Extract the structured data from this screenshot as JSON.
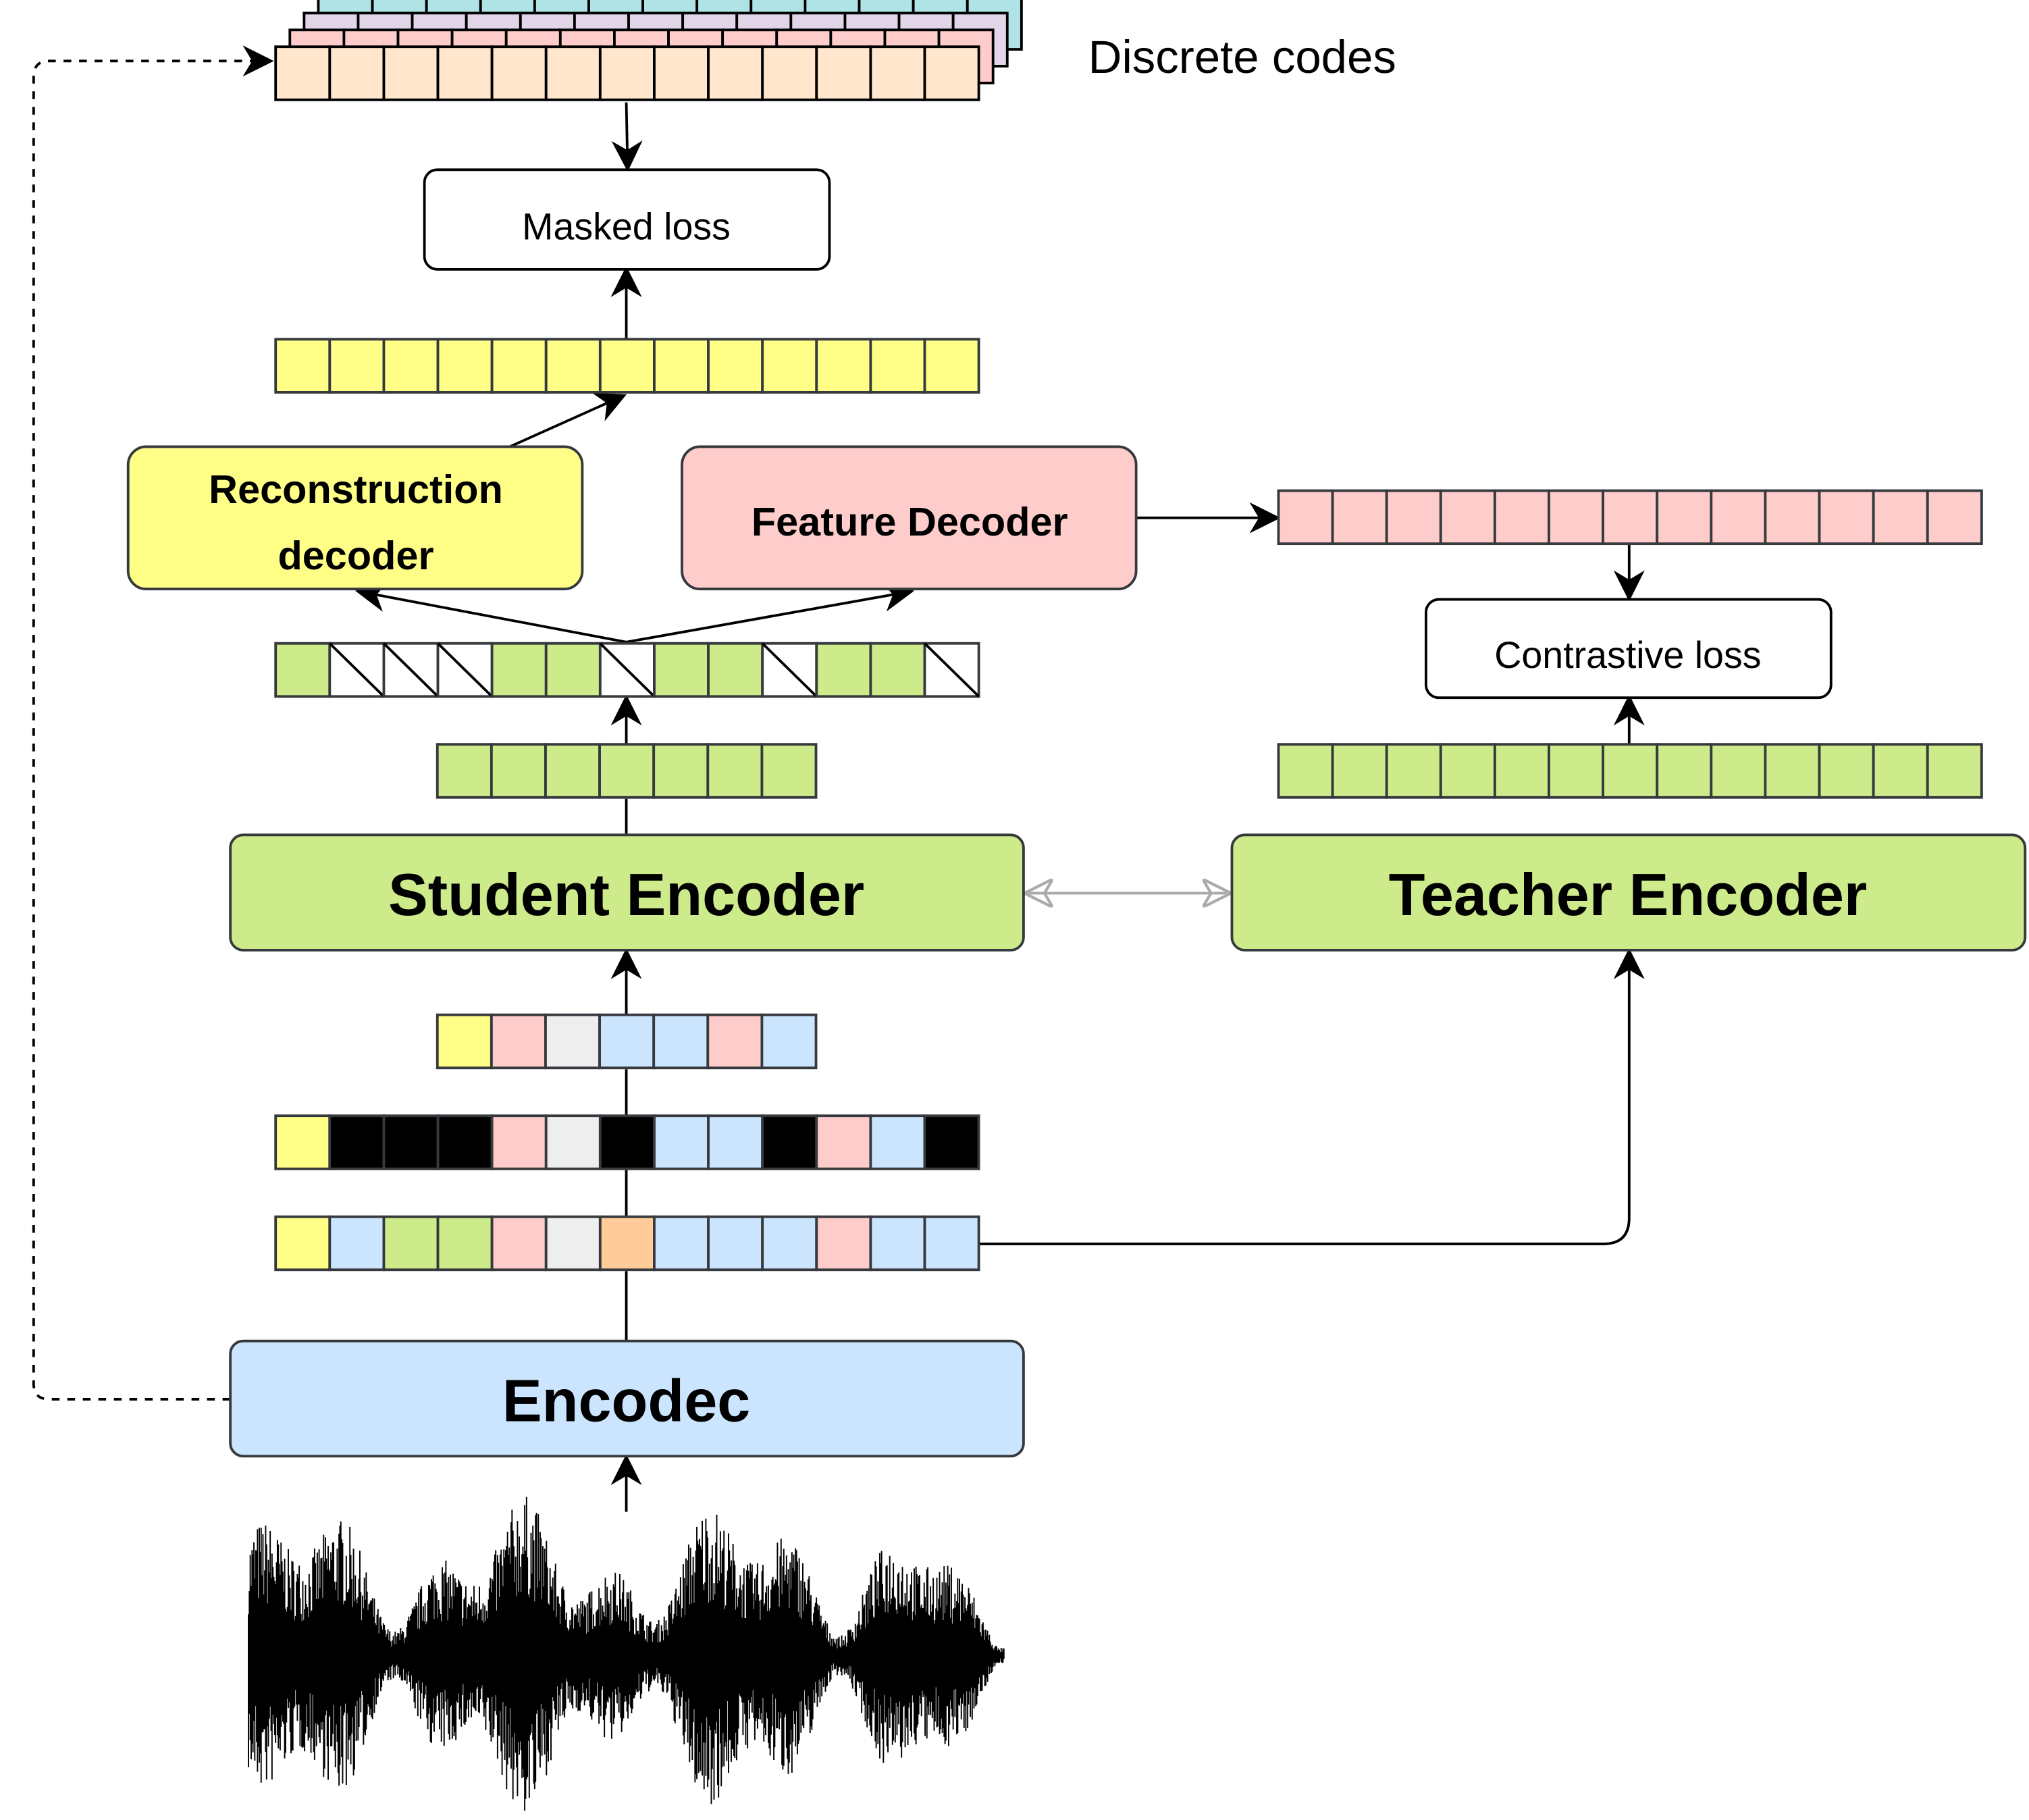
{
  "labels": {
    "discrete_codes": "Discrete codes",
    "masked_loss": "Masked loss",
    "reconstruction_decoder_line1": "Reconstruction",
    "reconstruction_decoder_line2": "decoder",
    "feature_decoder": "Feature Decoder",
    "contrastive_loss": "Contrastive loss",
    "student_encoder": "Student Encoder",
    "teacher_encoder": "Teacher Encoder",
    "encodec": "Encodec"
  },
  "colors": {
    "yellow": "#ffff88",
    "pink": "#ffcccc",
    "green": "#cdeb8b",
    "blue": "#cce5ff",
    "gray": "#eeeeee",
    "orange": "#ffcc99",
    "peach": "#ffe6cc",
    "lavender": "#e1d5e7",
    "teal": "#b0e3e6",
    "black": "#000000",
    "box_stroke": "#36393d"
  },
  "sequences": {
    "discrete_codes_stack": [
      "teal",
      "lavender",
      "pink",
      "peach"
    ],
    "reconstruction_output": [
      "yellow",
      "yellow",
      "yellow",
      "yellow",
      "yellow",
      "yellow",
      "yellow",
      "yellow",
      "yellow",
      "yellow",
      "yellow",
      "yellow",
      "yellow"
    ],
    "feature_output": [
      "pink",
      "pink",
      "pink",
      "pink",
      "pink",
      "pink",
      "pink",
      "pink",
      "pink",
      "pink",
      "pink",
      "pink",
      "pink"
    ],
    "masked_features": [
      "green",
      "masked",
      "masked",
      "masked",
      "green",
      "green",
      "masked",
      "green",
      "green",
      "masked",
      "green",
      "green",
      "masked"
    ],
    "student_output": [
      "green",
      "green",
      "green",
      "green",
      "green",
      "green",
      "green"
    ],
    "teacher_output": [
      "green",
      "green",
      "green",
      "green",
      "green",
      "green",
      "green",
      "green",
      "green",
      "green",
      "green",
      "green",
      "green"
    ],
    "kept_tokens": [
      "yellow",
      "pink",
      "gray",
      "blue",
      "blue",
      "pink",
      "blue"
    ],
    "masked_input": [
      "yellow",
      "black",
      "black",
      "black",
      "pink",
      "gray",
      "black",
      "blue",
      "blue",
      "black",
      "pink",
      "blue",
      "black"
    ],
    "encodec_tokens": [
      "yellow",
      "blue",
      "green",
      "green",
      "pink",
      "gray",
      "orange",
      "blue",
      "blue",
      "blue",
      "pink",
      "blue",
      "blue"
    ]
  },
  "icons": [
    "waveform-icon"
  ]
}
